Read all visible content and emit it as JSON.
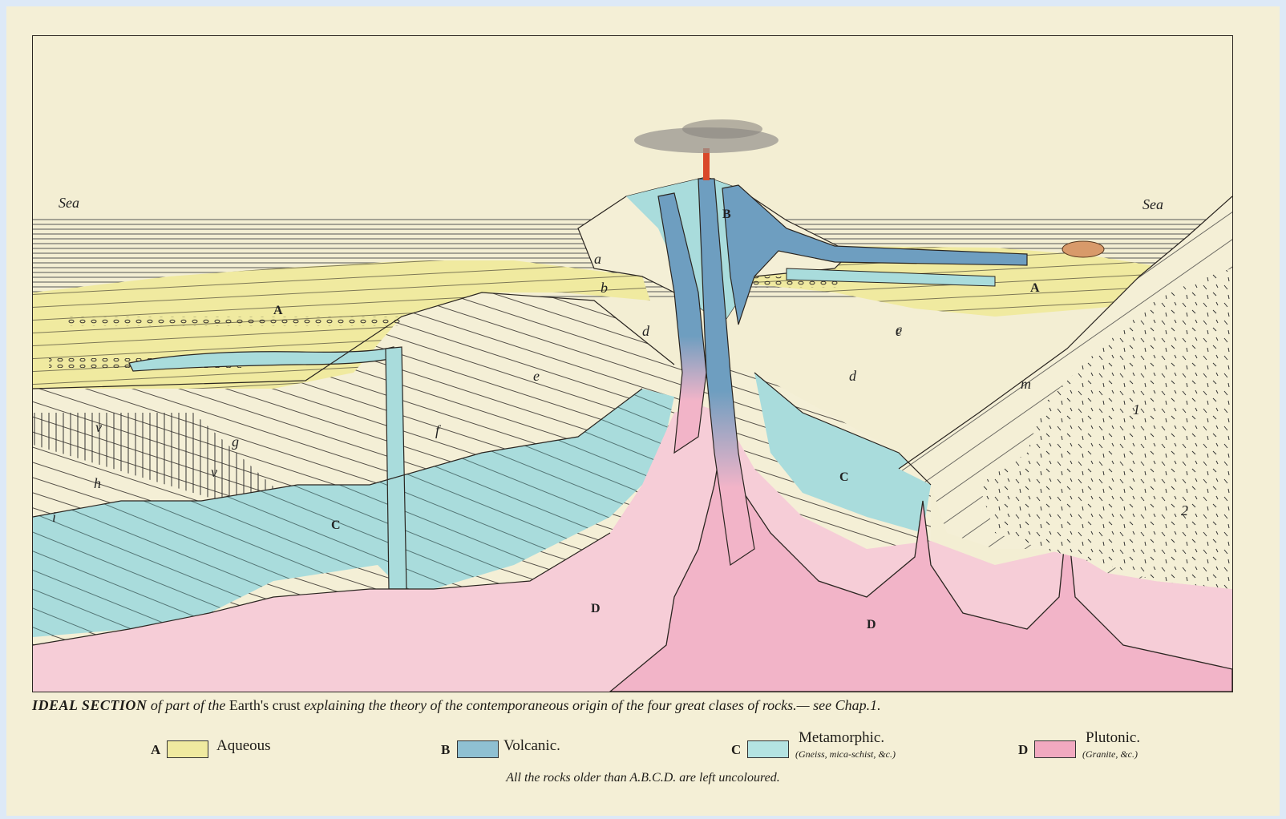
{
  "figure": {
    "sea_left": "Sea",
    "sea_right": "Sea",
    "region_labels": [
      "A",
      "A",
      "B",
      "C",
      "C",
      "D",
      "D"
    ],
    "stratum_labels": [
      "a",
      "b",
      "c",
      "d",
      "d",
      "e",
      "e",
      "f",
      "g",
      "h",
      "i",
      "m",
      "v",
      "v",
      "1",
      "2"
    ]
  },
  "caption": {
    "title": "IDEAL SECTION",
    "mid": " of part of the ",
    "upright": "Earth's crust",
    "rest": " explaining the theory of the contemporaneous origin of the four great clases of rocks.— see Chap.1."
  },
  "legend": {
    "items": [
      {
        "letter": "A",
        "name": "Aqueous",
        "sub": "",
        "color": "#f0eaa0"
      },
      {
        "letter": "B",
        "name": "Volcanic.",
        "sub": "",
        "color": "#8fc0d2"
      },
      {
        "letter": "C",
        "name": "Metamorphic.",
        "sub": "(Gneiss, mica-schist, &c.)",
        "color": "#b4e3e2"
      },
      {
        "letter": "D",
        "name": "Plutonic.",
        "sub": "(Granite, &c.)",
        "color": "#f1a9c0"
      }
    ]
  },
  "footer": "All the rocks older than A.B.C.D. are left uncoloured.",
  "colors": {
    "paper": "#f4efd6",
    "aqueous": "#f0eaa0",
    "volcanic": "#6e9ec0",
    "metamorphic": "#a9dcdc",
    "plutonic": "#f2b4c8",
    "ink": "#2a2520"
  }
}
